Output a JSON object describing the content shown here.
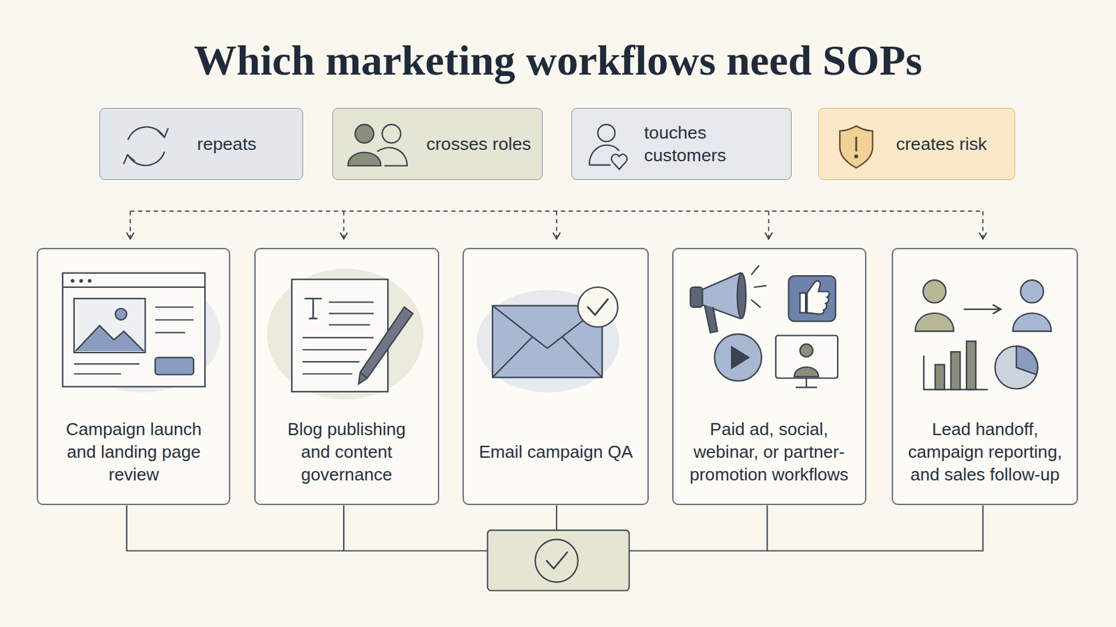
{
  "diagram": {
    "title": "Which marketing workflows need SOPs",
    "nodes": [
      {
        "text": [
          "repeats"
        ]
      },
      {
        "text": [
          "crosses roles"
        ]
      },
      {
        "text": [
          "touches customers"
        ]
      },
      {
        "text": [
          "creates risk"
        ]
      },
      {
        "text": [
          "Campaign launch and landing page review"
        ]
      },
      {
        "text": [
          "Blog publishing and content governance"
        ]
      },
      {
        "text": [
          "Email campaign QA"
        ]
      },
      {
        "text": [
          "Paid ad, social, webinar, or partner-promotion workflows"
        ]
      },
      {
        "text": [
          "Lead handoff, campaign reporting, and sales follow-up"
        ]
      }
    ]
  }
}
